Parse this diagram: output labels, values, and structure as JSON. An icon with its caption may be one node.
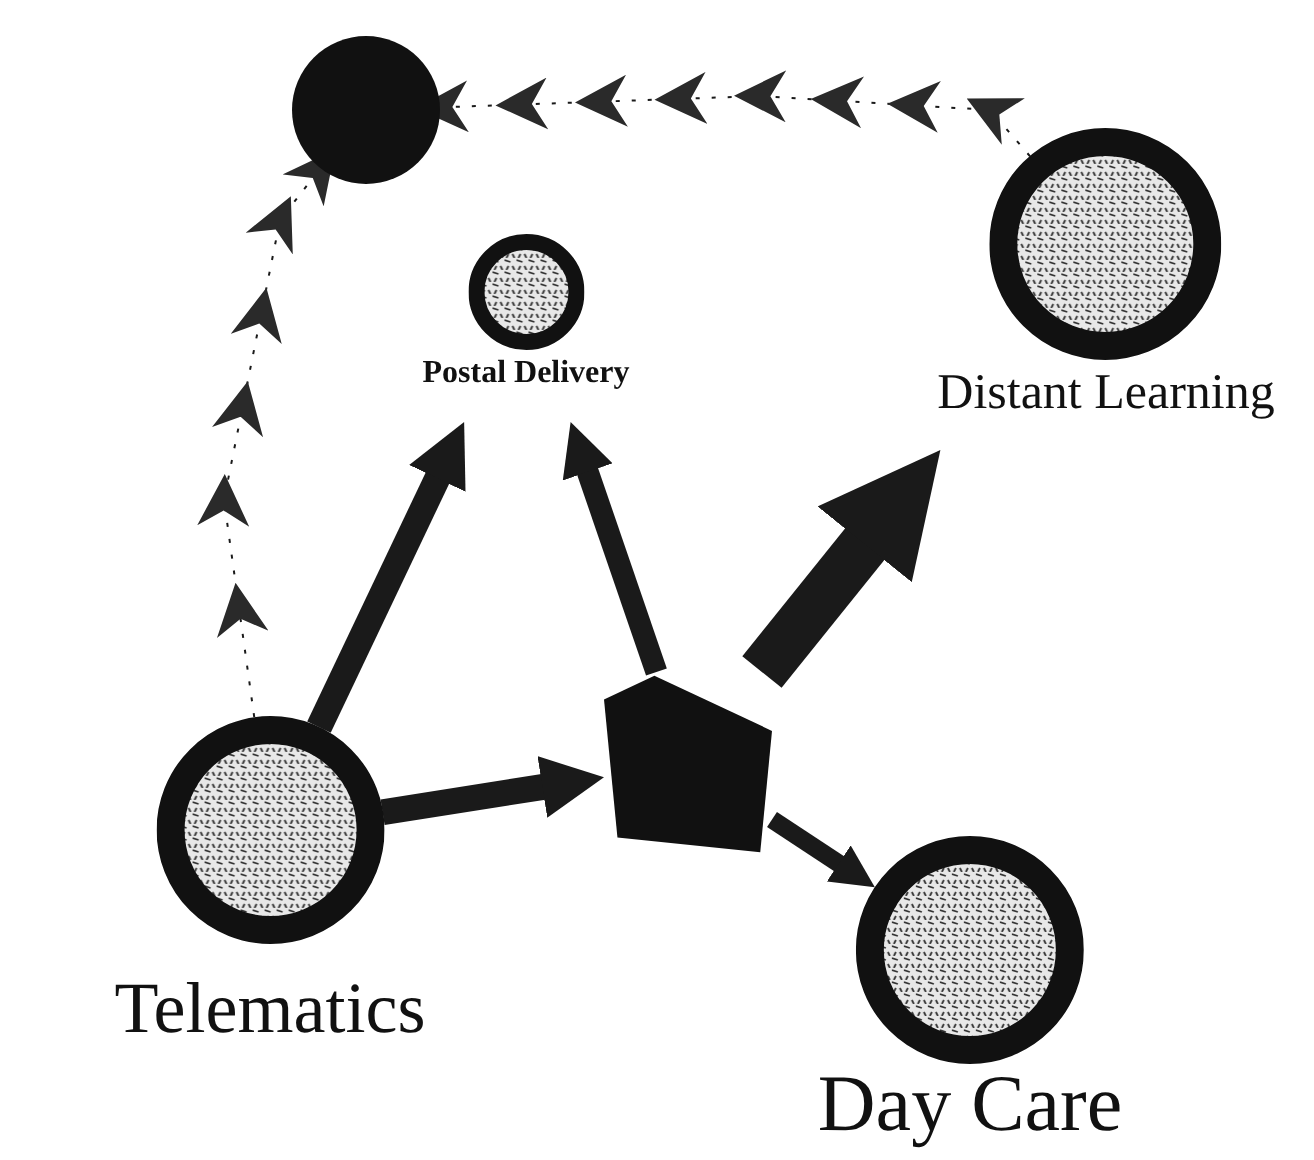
{
  "diagram": {
    "nodes": [
      {
        "text": [],
        "shape": "circle"
      },
      {
        "text": [
          "Postal Delivery"
        ]
      },
      {
        "text": [
          "Distant Learning"
        ]
      },
      {
        "text": [
          "Telematics"
        ]
      },
      {
        "text": [],
        "shape": "pentagon"
      },
      {
        "text": [
          "Day Care"
        ]
      }
    ],
    "edges": [
      {
        "from": 3,
        "to": 0,
        "arrow": "to",
        "style": "dashed"
      },
      {
        "from": 2,
        "to": 0,
        "arrow": "to",
        "style": "dashed"
      },
      {
        "from": 3,
        "to": 1,
        "arrow": "to"
      },
      {
        "from": 3,
        "to": 4,
        "arrow": "to"
      },
      {
        "from": 4,
        "to": 1,
        "arrow": "to"
      },
      {
        "from": 4,
        "to": 2,
        "arrow": "to",
        "style": "thick"
      },
      {
        "from": 4,
        "to": 5,
        "arrow": "to"
      }
    ]
  }
}
